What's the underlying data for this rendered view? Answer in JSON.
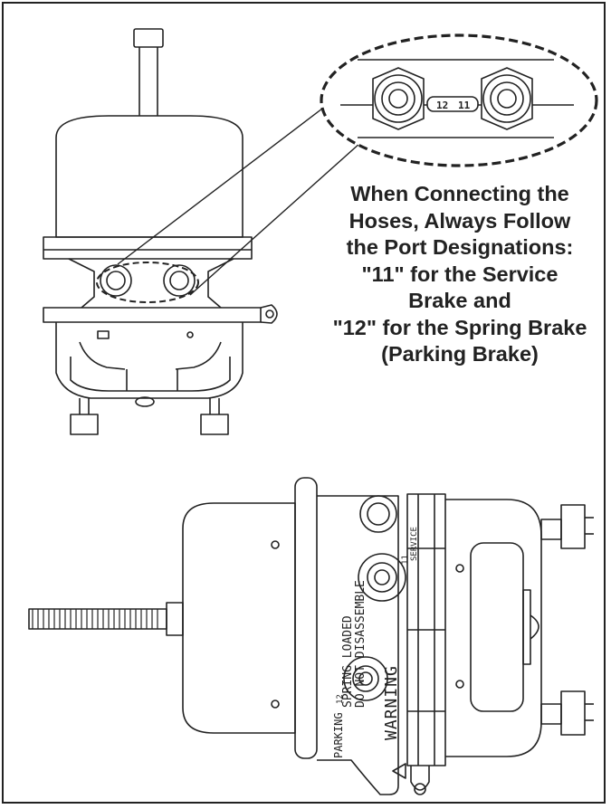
{
  "instruction": {
    "lines": [
      "When Connecting the",
      "Hoses, Always Follow",
      "the Port Designations:",
      "\"11\" for the Service",
      "Brake and",
      "\"12\" for the Spring Brake",
      "(Parking Brake)"
    ]
  },
  "inset_ports": {
    "left_label": "12",
    "right_label": "11"
  },
  "chamber_labels": {
    "warning": "WARNING",
    "spring_loaded": "SPRING LOADED",
    "do_not_disassemble": "DO NOT DISASSEMBLE",
    "parking_number": "12",
    "parking": "PARKING",
    "service_number": "11",
    "service": "SERVICE"
  },
  "colors": {
    "line": "#222222",
    "background": "#ffffff"
  }
}
